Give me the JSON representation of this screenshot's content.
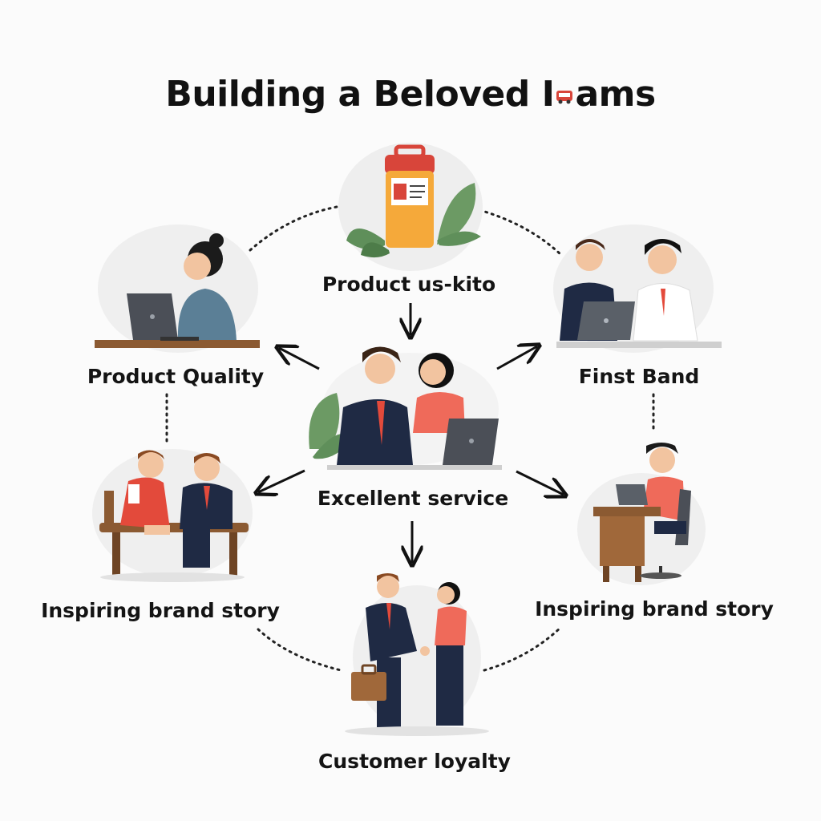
{
  "title": {
    "prefix": "Building a Beloved I",
    "suffix": "ams"
  },
  "nodes": {
    "top": "Product us-kito",
    "center": "Excellent service",
    "left_top": "Product Quality",
    "right_top": "Finst Band",
    "left_bottom": "Inspiring brand story",
    "right_bottom": "Inspiring brand story",
    "bottom": "Customer loyalty"
  },
  "colors": {
    "accent_red": "#e34a3b",
    "suit_navy": "#1f2a44",
    "leaf_green": "#5f8f5a",
    "jar_orange": "#f5a93a"
  },
  "icons": [
    "product-jar-icon",
    "laptop-icon",
    "handshake-icon",
    "briefcase-icon",
    "leaf-icon"
  ]
}
